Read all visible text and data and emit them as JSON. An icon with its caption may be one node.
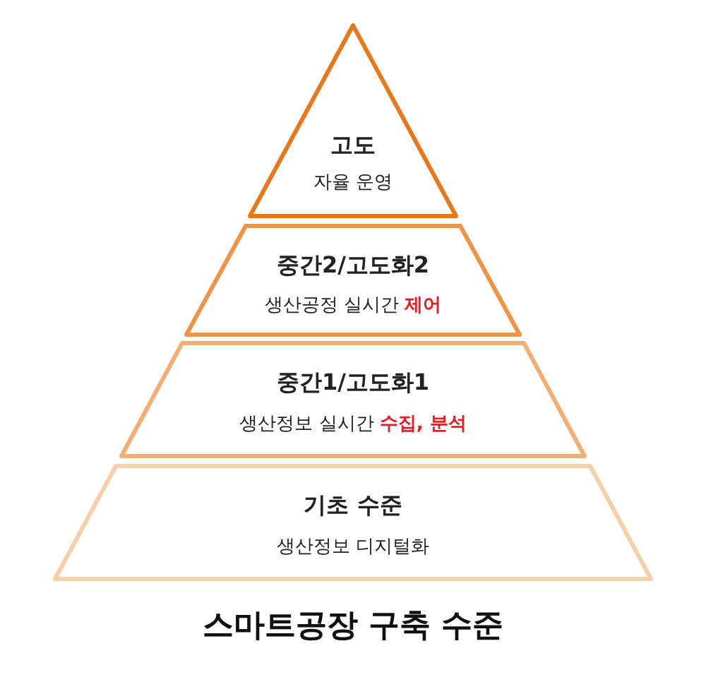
{
  "diagram": {
    "title": "스마트공장 구축 수준",
    "nodes": [
      {
        "text": [
          "고도",
          "자율 운영"
        ]
      },
      {
        "text": [
          "중간2/고도화2",
          "생산공정 실시간 **제어**"
        ]
      },
      {
        "text": [
          "중간1/고도화1",
          "생산정보 실시간 **수집, 분석**"
        ]
      },
      {
        "text": [
          "기초 수준",
          "생산정보 디지털화"
        ]
      }
    ]
  }
}
